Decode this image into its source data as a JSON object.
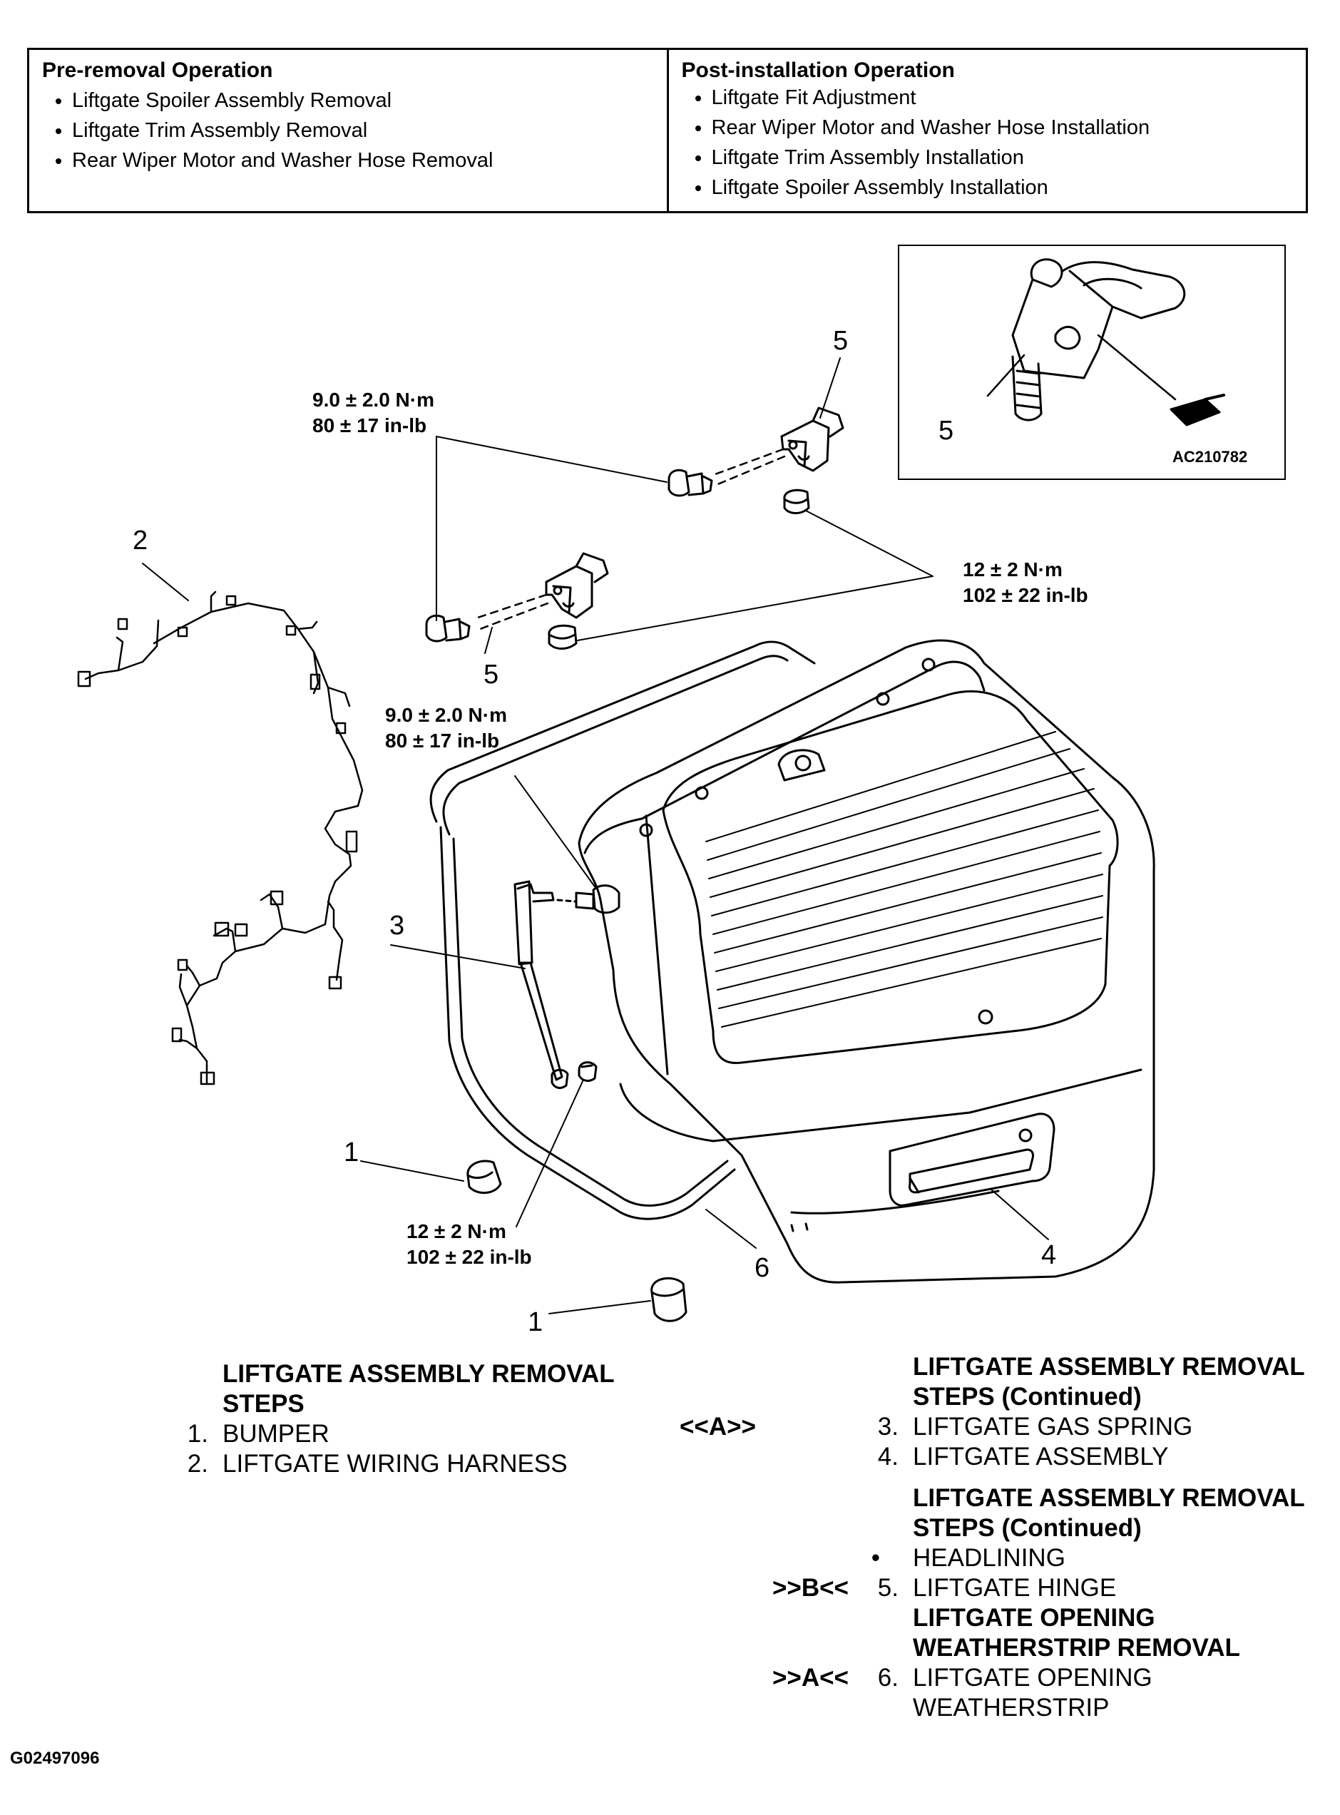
{
  "pre_removal": {
    "title": "Pre-removal Operation",
    "items": [
      "Liftgate Spoiler Assembly Removal",
      "Liftgate Trim Assembly Removal",
      "Rear Wiper Motor and Washer Hose Removal"
    ]
  },
  "post_installation": {
    "title": "Post-installation Operation",
    "items": [
      "Liftgate Fit Adjustment",
      "Rear Wiper Motor and Washer Hose Installation",
      "Liftgate Trim Assembly Installation",
      "Liftgate Spoiler Assembly Installation"
    ]
  },
  "diagram": {
    "torque_hinge": [
      "9.0 ± 2.0 N·m",
      "80 ± 17 in-lb"
    ],
    "torque_nut": [
      "12 ± 2 N·m",
      "102 ± 22 in-lb"
    ],
    "torque_spring": [
      "9.0 ± 2.0 N·m",
      "80 ± 17 in-lb"
    ],
    "torque_spring_lower": [
      "12 ± 2 N·m",
      "102 ± 22 in-lb"
    ],
    "labels": [
      "1",
      "2",
      "3",
      "4",
      "5",
      "6"
    ],
    "inset_code": "AC210782",
    "figure_code": "G02497096"
  },
  "steps": {
    "left_heading": [
      "LIFTGATE ASSEMBLY REMOVAL",
      "STEPS"
    ],
    "left_items": [
      {
        "num": "1.",
        "text": "BUMPER"
      },
      {
        "num": "2.",
        "text": "LIFTGATE WIRING HARNESS"
      }
    ],
    "mark_a_in": "<<A>>",
    "right_heading1": [
      "LIFTGATE ASSEMBLY REMOVAL",
      "STEPS (Continued)"
    ],
    "right_items1": [
      {
        "num": "3.",
        "text": "LIFTGATE GAS SPRING"
      },
      {
        "num": "4.",
        "text": "LIFTGATE ASSEMBLY"
      }
    ],
    "right_heading2": [
      "LIFTGATE ASSEMBLY REMOVAL",
      "STEPS (Continued)"
    ],
    "bullet": "•",
    "headlining": "HEADLINING",
    "mark_b": ">>B<<",
    "item5": {
      "num": "5.",
      "text": "LIFTGATE HINGE"
    },
    "right_heading3": [
      "LIFTGATE OPENING",
      "WEATHERSTRIP REMOVAL"
    ],
    "mark_a_out": ">>A<<",
    "item6": {
      "num": "6.",
      "text": [
        "LIFTGATE OPENING",
        "WEATHERSTRIP"
      ]
    }
  }
}
